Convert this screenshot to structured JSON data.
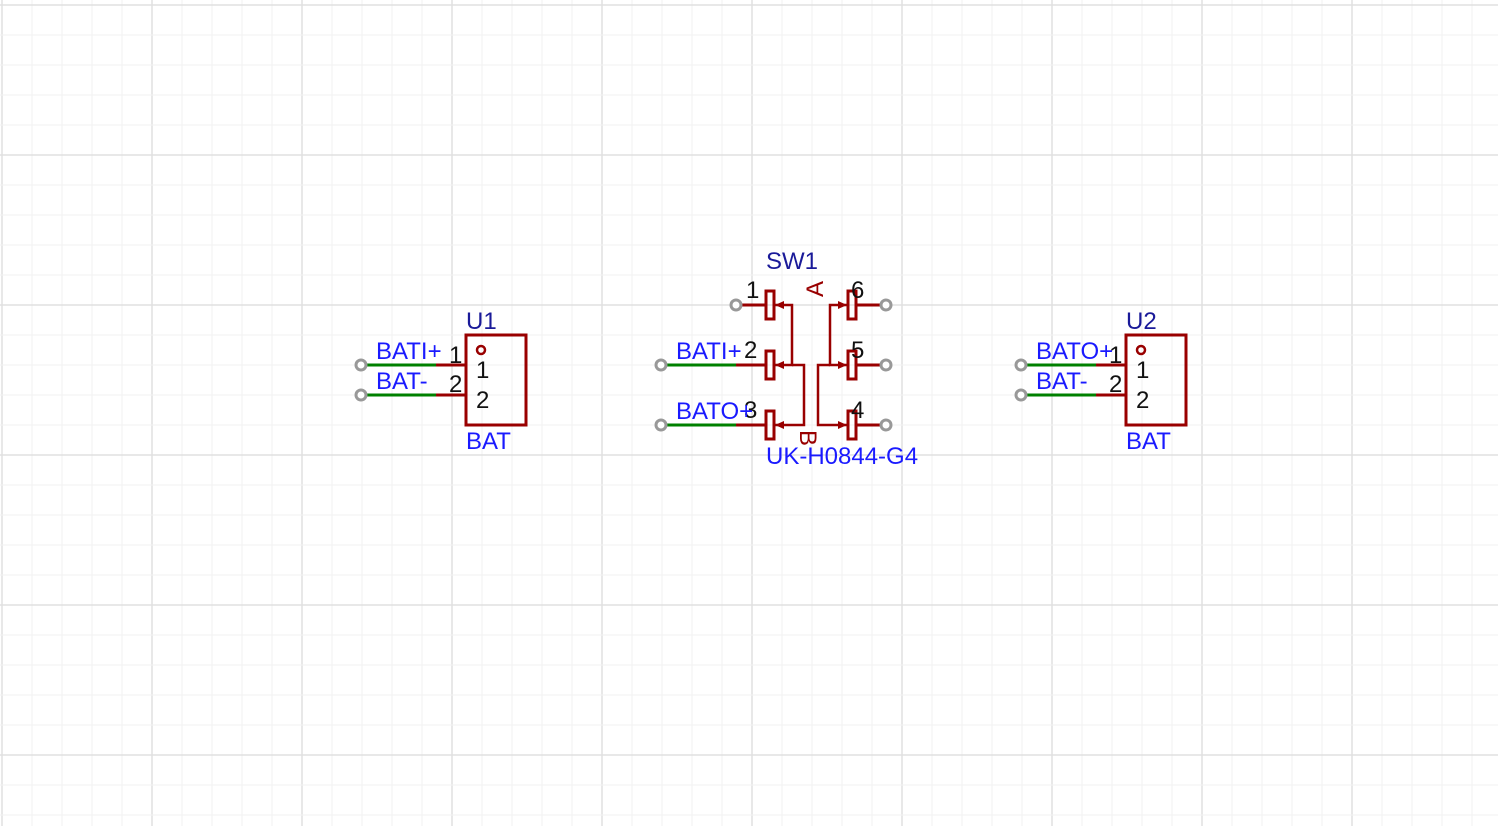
{
  "schematic": {
    "u1": {
      "designator": "U1",
      "value": "BAT",
      "pins": [
        {
          "outer": "1",
          "inner": "1"
        },
        {
          "outer": "2",
          "inner": "2"
        }
      ],
      "nets": [
        "BATI+",
        "BAT-"
      ]
    },
    "sw1": {
      "designator": "SW1",
      "value": "UK-H0844-G4",
      "section_a": "A",
      "section_b": "B",
      "pins": [
        "1",
        "2",
        "3",
        "4",
        "5",
        "6"
      ],
      "nets": [
        "BATI+",
        "BATO+"
      ]
    },
    "u2": {
      "designator": "U2",
      "value": "BAT",
      "pins": [
        {
          "outer": "1",
          "inner": "1"
        },
        {
          "outer": "2",
          "inner": "2"
        }
      ],
      "nets": [
        "BATO+",
        "BAT-"
      ]
    }
  },
  "colors": {
    "body": "#990000",
    "wire": "#008000",
    "net_label": "#1a1aff",
    "designator": "#1a1a99",
    "pin_number": "#111111",
    "grid_minor": "#f2f2f2",
    "grid_major": "#e0e0e0"
  }
}
